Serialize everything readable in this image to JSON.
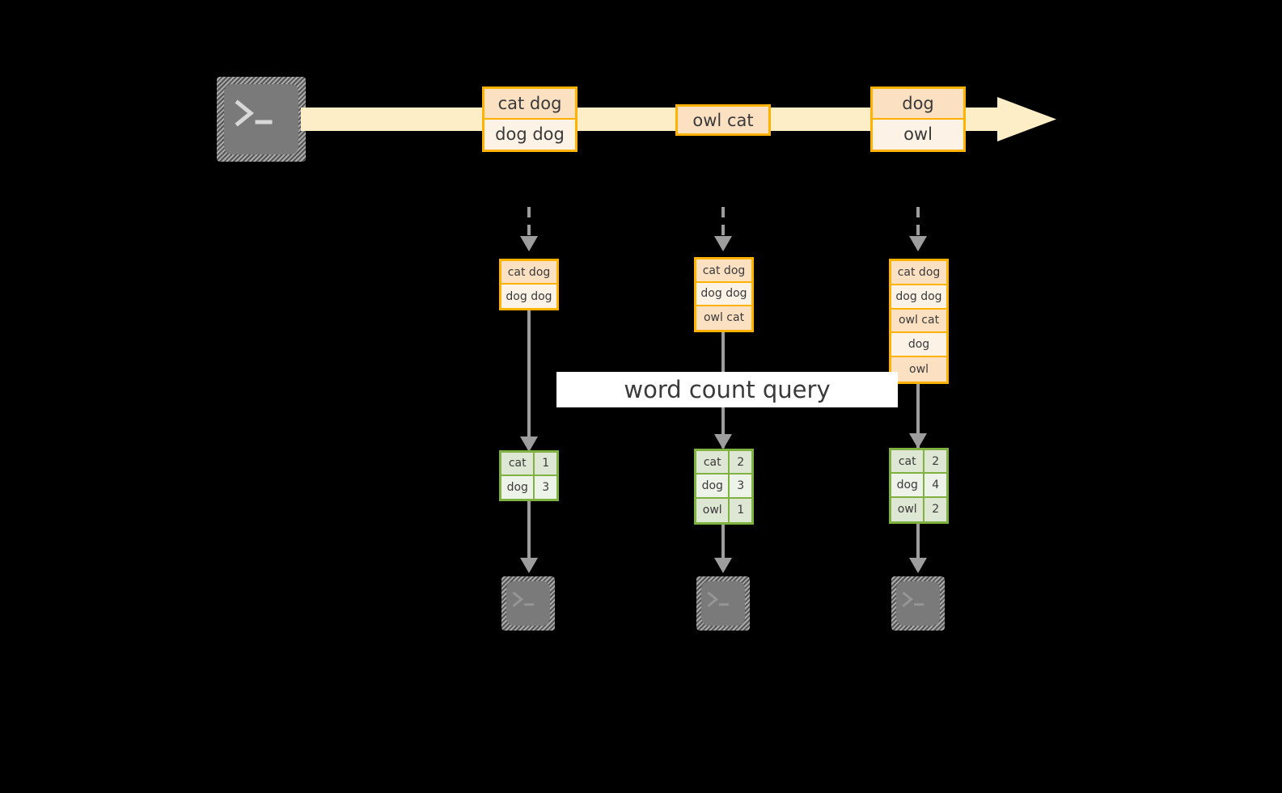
{
  "diagram": {
    "title_label": "word count query",
    "colors": {
      "background": "#000000",
      "record_border": "#ffb300",
      "record_fill_dark": "#fce0c2",
      "record_fill_light": "#fdf2e6",
      "stream_arrow_fill": "#fdeec7",
      "count_border": "#7fb241",
      "count_fill_dark": "#dde7d3",
      "count_fill_light": "#eef3e9",
      "connector": "#9d9d9d",
      "terminal_fill": "#7a7a7a",
      "label_background": "#ffffff",
      "text": "#3a3a3a"
    }
  },
  "source": {
    "icon": "terminal-icon",
    "prompt_glyph": ">_"
  },
  "stream": {
    "icon": "stream-arrow-icon",
    "batches": [
      {
        "name": "batch-1",
        "rows": [
          {
            "text": "cat dog",
            "shade": "dark"
          },
          {
            "text": "dog dog",
            "shade": "light"
          }
        ]
      },
      {
        "name": "batch-2",
        "rows": [
          {
            "text": "owl cat",
            "shade": "dark"
          }
        ]
      },
      {
        "name": "batch-3",
        "rows": [
          {
            "text": "dog",
            "shade": "dark"
          },
          {
            "text": "owl",
            "shade": "light"
          }
        ]
      }
    ]
  },
  "columns": [
    {
      "name": "column-1",
      "input_table": {
        "rows": [
          {
            "text": "cat dog",
            "shade": "dark"
          },
          {
            "text": "dog dog",
            "shade": "light"
          }
        ]
      },
      "result_table": {
        "rows": [
          {
            "word": "cat",
            "count": "1",
            "shade": "dark"
          },
          {
            "word": "dog",
            "count": "3",
            "shade": "light"
          }
        ]
      },
      "sink": {
        "icon": "terminal-icon",
        "prompt_glyph": ">_"
      }
    },
    {
      "name": "column-2",
      "input_table": {
        "rows": [
          {
            "text": "cat dog",
            "shade": "dark"
          },
          {
            "text": "dog dog",
            "shade": "light"
          },
          {
            "text": "owl cat",
            "shade": "dark"
          }
        ]
      },
      "result_table": {
        "rows": [
          {
            "word": "cat",
            "count": "2",
            "shade": "dark"
          },
          {
            "word": "dog",
            "count": "3",
            "shade": "light"
          },
          {
            "word": "owl",
            "count": "1",
            "shade": "dark"
          }
        ]
      },
      "sink": {
        "icon": "terminal-icon",
        "prompt_glyph": ">_"
      }
    },
    {
      "name": "column-3",
      "input_table": {
        "rows": [
          {
            "text": "cat dog",
            "shade": "dark"
          },
          {
            "text": "dog dog",
            "shade": "light"
          },
          {
            "text": "owl cat",
            "shade": "dark"
          },
          {
            "text": "dog",
            "shade": "light"
          },
          {
            "text": "owl",
            "shade": "dark"
          }
        ]
      },
      "result_table": {
        "rows": [
          {
            "word": "cat",
            "count": "2",
            "shade": "dark"
          },
          {
            "word": "dog",
            "count": "4",
            "shade": "light"
          },
          {
            "word": "owl",
            "count": "2",
            "shade": "dark"
          }
        ]
      },
      "sink": {
        "icon": "terminal-icon",
        "prompt_glyph": ">_"
      }
    }
  ]
}
